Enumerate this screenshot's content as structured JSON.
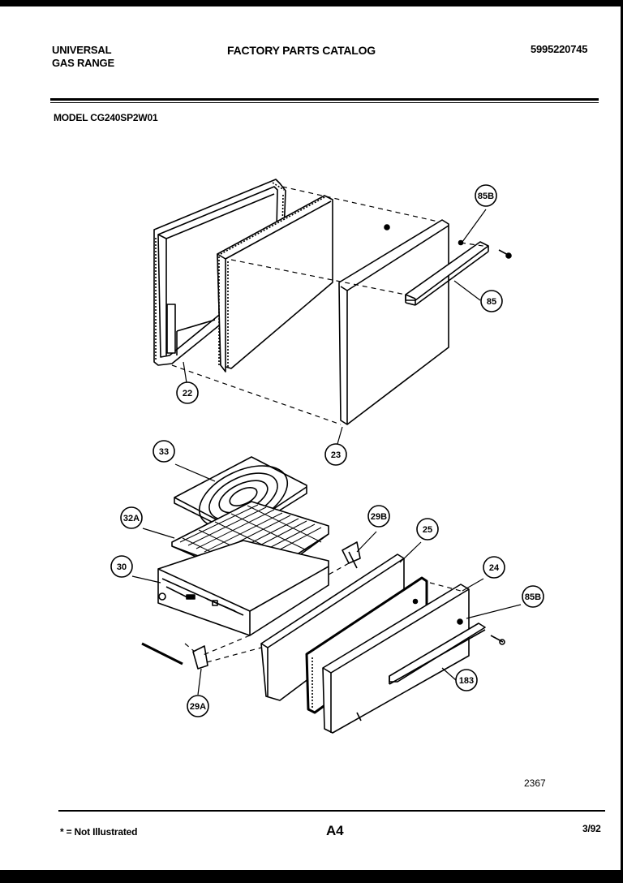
{
  "header": {
    "brand_line1": "UNIVERSAL",
    "brand_line2": "GAS RANGE",
    "title": "FACTORY PARTS CATALOG",
    "catalog_number": "5995220745",
    "model": "MODEL CG240SP2W01"
  },
  "callouts": {
    "c85B_top": "85B",
    "c85": "85",
    "c22": "22",
    "c23": "23",
    "c33": "33",
    "c32A": "32A",
    "c29B": "29B",
    "c25": "25",
    "c30": "30",
    "c24": "24",
    "c85B_bottom": "85B",
    "c183": "183",
    "c29A": "29A"
  },
  "drawing_number": "2367",
  "footer": {
    "note": "* = Not Illustrated",
    "page_code": "A4",
    "date": "3/92"
  }
}
